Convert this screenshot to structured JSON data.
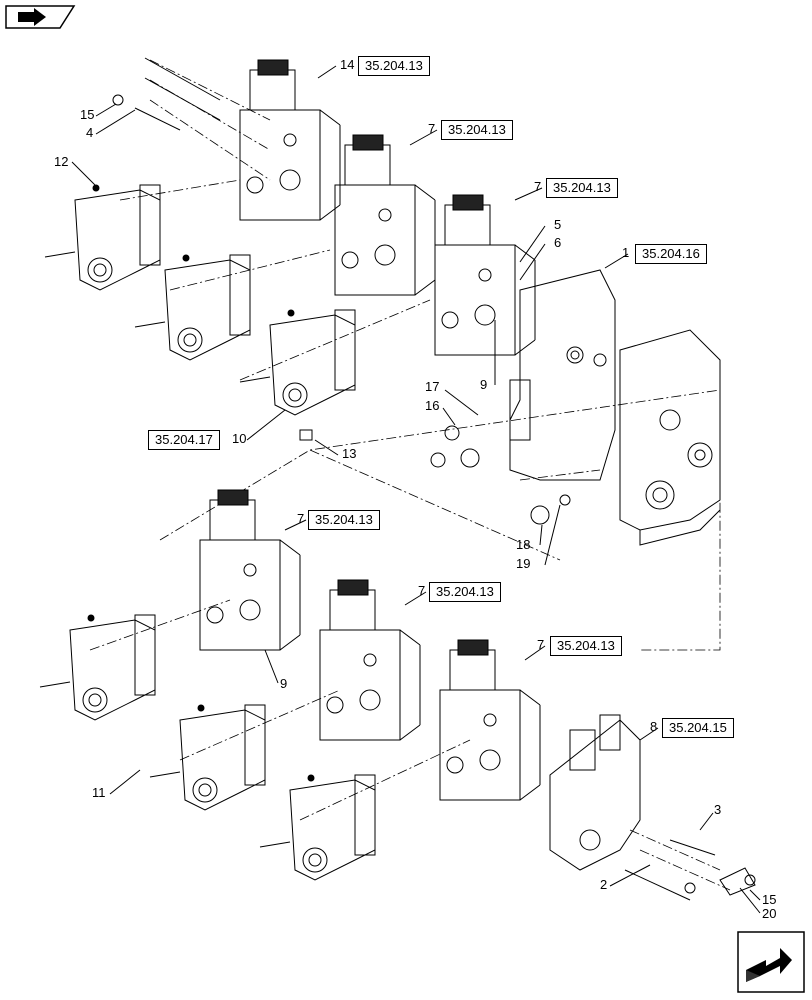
{
  "nav": {
    "top_icon": "arrow-right-icon",
    "bottom_icon": "next-page-arrow-icon"
  },
  "callouts": {
    "c14": "14",
    "c15a": "15",
    "c4": "4",
    "c12": "12",
    "c7a": "7",
    "c7b": "7",
    "c5": "5",
    "c6": "6",
    "c1": "1",
    "c9a": "9",
    "c17": "17",
    "c16": "16",
    "c10": "10",
    "c13": "13",
    "c18": "18",
    "c19": "19",
    "c7c": "7",
    "c7d": "7",
    "c7e": "7",
    "c9b": "9",
    "c8": "8",
    "c11": "11",
    "c3": "3",
    "c2": "2",
    "c15b": "15",
    "c20": "20"
  },
  "refs": {
    "r14": "35.204.13",
    "r7a": "35.204.13",
    "r7b": "35.204.13",
    "r1": "35.204.16",
    "r10": "35.204.17",
    "r7c": "35.204.13",
    "r7d": "35.204.13",
    "r7e": "35.204.13",
    "r8": "35.204.15"
  }
}
